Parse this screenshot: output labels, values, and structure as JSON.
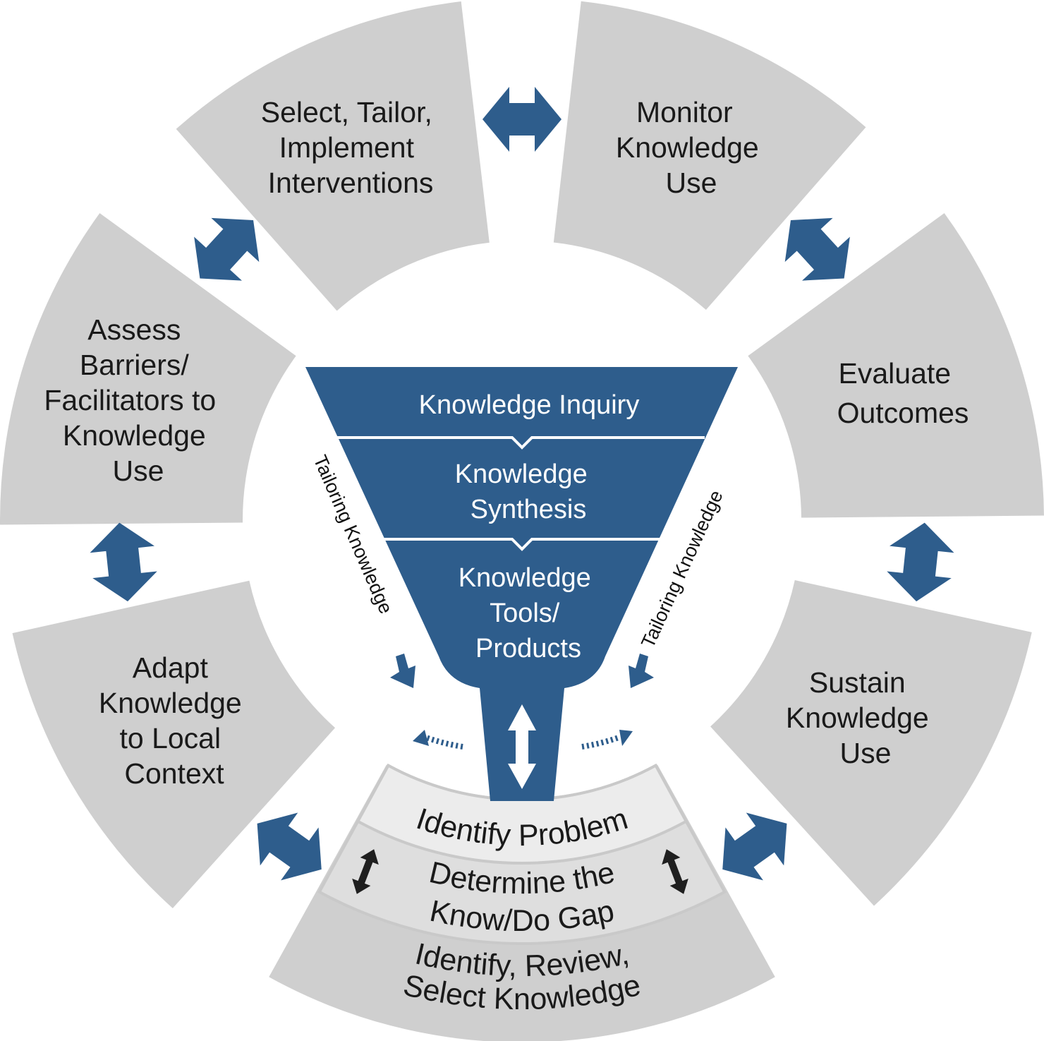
{
  "colors": {
    "blue": "#2e5d8c",
    "segment": "#cfcfcf",
    "band_light": "#ececec",
    "band_mid": "#dedede",
    "band_dark": "#cfcfcf"
  },
  "cycle": {
    "select": [
      "Select, Tailor,",
      "Implement",
      "Interventions"
    ],
    "monitor": [
      "Monitor",
      "Knowledge",
      "Use"
    ],
    "evaluate": [
      "Evaluate",
      "Outcomes"
    ],
    "sustain": [
      "Sustain",
      "Knowledge",
      "Use"
    ],
    "adapt": [
      "Adapt",
      "Knowledge",
      "to Local",
      "Context"
    ],
    "assess": [
      "Assess",
      "Barriers/",
      "Facilitators to",
      "Knowledge",
      "Use"
    ]
  },
  "funnel": {
    "inquiry": [
      "Knowledge Inquiry"
    ],
    "synthesis": [
      "Knowledge",
      "Synthesis"
    ],
    "tools": [
      "Knowledge",
      "Tools/",
      "Products"
    ]
  },
  "tailoring": {
    "left": "Tailoring Knowledge",
    "right": "Tailoring Knowledge"
  },
  "bottom": {
    "identify_problem": "Identify Problem",
    "gap": [
      "Determine the",
      "Know/Do Gap"
    ],
    "review": [
      "Identify, Review,",
      "Select Knowledge"
    ]
  }
}
